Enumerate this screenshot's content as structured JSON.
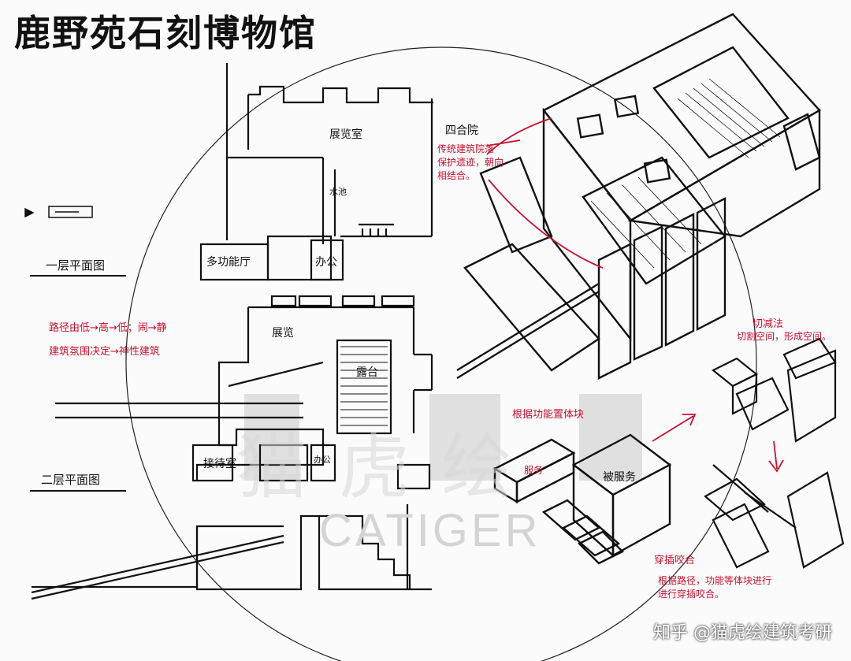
{
  "title": "鹿野苑石刻博物馆",
  "labels": {
    "exhibition_room": "展览室",
    "water_pool": "水池",
    "multi_function_hall": "多功能厅",
    "office_1": "办公",
    "first_floor_plan": "一层平面图",
    "exhibition_2": "展览",
    "platform": "露台",
    "reception": "接待室",
    "office_2": "办公",
    "second_floor_plan": "二层平面图",
    "service": "服务",
    "to_be_served": "被服务"
  },
  "annotations": {
    "courtyard": "四合院",
    "courtyard_note_1": "传统建筑院落",
    "courtyard_note_2": "保护遗迹，朝向",
    "courtyard_note_3": "相结合。",
    "path_1": "路径由低→高→低；闹→静",
    "path_2": "建筑氛围决定→神性建筑",
    "split_method_1": "切减法",
    "split_method_2": "切割空间，形成空间。",
    "by_function": "根据功能置体块",
    "combine": "穿插咬合",
    "by_path_1": "根据路径，功能等体块进行",
    "by_path_2": "进行穿插咬合。"
  },
  "watermark": {
    "chinese": "猫虎绘",
    "latin": "CATIGER"
  },
  "credit": "知乎 @猫虎绘建筑考研",
  "colors": {
    "ink": "#111111",
    "annotation_red": "#c8102e",
    "watermark": "#d8d8d8"
  }
}
